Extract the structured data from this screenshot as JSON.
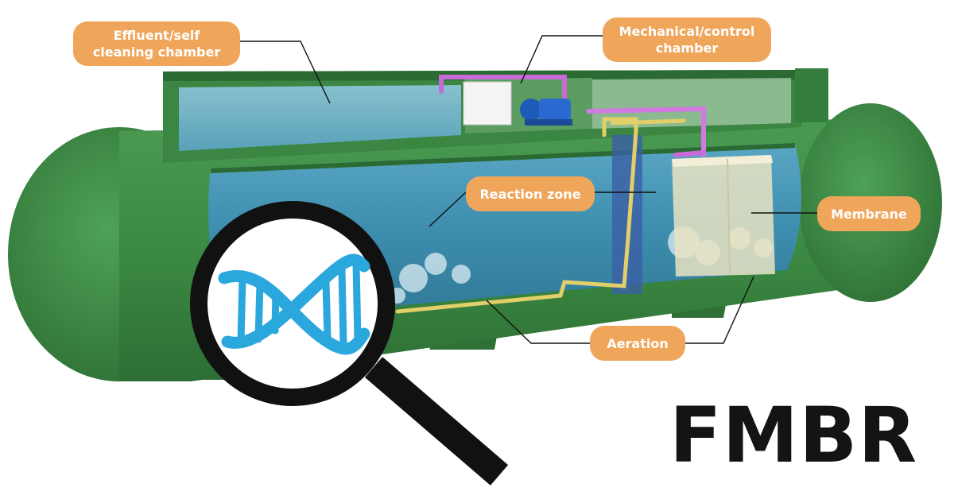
{
  "title": "FMBR",
  "callouts": {
    "effluent": [
      "Effluent/self",
      "cleaning chamber"
    ],
    "mechanical": [
      "Mechanical/control",
      "chamber"
    ],
    "reaction": "Reaction zone",
    "membrane": "Membrane",
    "aeration": "Aeration"
  },
  "colors": {
    "tank_green": "#3e8a46",
    "tank_dark": "#2b6a32",
    "water": "#3f8fb0",
    "callout": "#efa65a",
    "dna": "#2aa7dd",
    "magnifier": "#111111"
  },
  "icons": [
    "magnifier-icon",
    "dna-icon",
    "pump-icon",
    "control-box-icon"
  ]
}
